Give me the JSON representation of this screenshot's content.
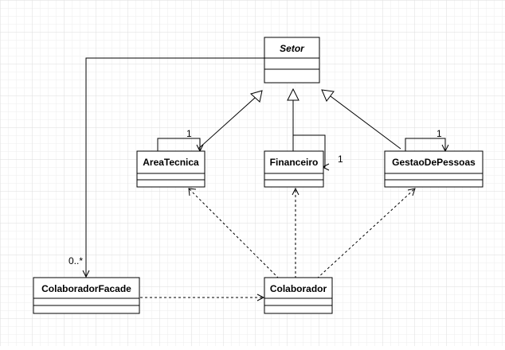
{
  "diagram": {
    "classes": {
      "setor": {
        "name": "Setor",
        "abstract": true
      },
      "area_tecnica": {
        "name": "AreaTecnica"
      },
      "financeiro": {
        "name": "Financeiro"
      },
      "gestao_de_pessoas": {
        "name": "GestaoDePessoas"
      },
      "colaborador_facade": {
        "name": "ColaboradorFacade"
      },
      "colaborador": {
        "name": "Colaborador"
      }
    },
    "multiplicities": {
      "area_tecnica_self": "1",
      "financeiro_self": "1",
      "gestao_self": "1",
      "setor_to_facade": "0..*"
    },
    "relations": [
      {
        "type": "generalization",
        "from": "AreaTecnica",
        "to": "Setor"
      },
      {
        "type": "generalization",
        "from": "Financeiro",
        "to": "Setor"
      },
      {
        "type": "generalization",
        "from": "GestaoDePessoas",
        "to": "Setor"
      },
      {
        "type": "association",
        "from": "Setor",
        "to": "ColaboradorFacade"
      },
      {
        "type": "dependency",
        "from": "ColaboradorFacade",
        "to": "Colaborador"
      },
      {
        "type": "dependency",
        "from": "Colaborador",
        "to": "AreaTecnica"
      },
      {
        "type": "dependency",
        "from": "Colaborador",
        "to": "Financeiro"
      },
      {
        "type": "dependency",
        "from": "Colaborador",
        "to": "GestaoDePessoas"
      }
    ]
  },
  "colors": {
    "grid": "#e6e6e6",
    "line": "#000000",
    "box_fill": "#ffffff"
  }
}
